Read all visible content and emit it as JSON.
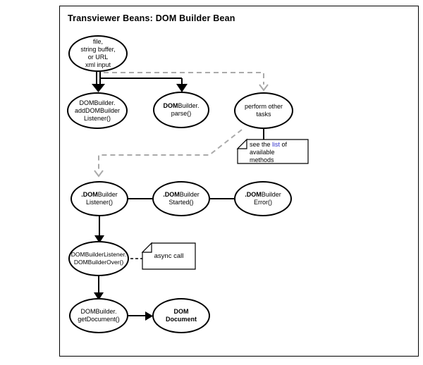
{
  "diagram": {
    "title": "Transviewer Beans: DOM Builder Bean",
    "nodes": {
      "input": {
        "l1": "file,",
        "l2": "string buffer,",
        "l3": "or URL",
        "l4": "xml input"
      },
      "addListener": {
        "l1": "DOMBuilder.",
        "l2": "addDOMBuilder",
        "l3": "Listener()"
      },
      "parse": {
        "b1": "DOM",
        "r1": "Builder.",
        "l2": "parse()"
      },
      "performTasks": {
        "l1": "perform other",
        "l2": "tasks"
      },
      "domBuilderListener": {
        "b1": ".DOM",
        "r1": "Builder",
        "l2": "Listener()"
      },
      "domBuilderStarted": {
        "b1": ".DOM",
        "r1": "Builder",
        "l2": "Started()"
      },
      "domBuilderError": {
        "b1": ".DOM",
        "r1": "Builder",
        "l2": "Error()"
      },
      "domBuilderOver": {
        "l1": "DOMBuilderListener.",
        "l2": "DOMBuilderOver()"
      },
      "getDocument": {
        "l1": "DOMBuilder.",
        "l2": "getDocument()"
      },
      "domDocument": {
        "b1": "DOM",
        "b2": "Document"
      }
    },
    "notes": {
      "methods": {
        "pre": "see the ",
        "link": "list",
        "post": " of",
        "l2": "available",
        "l3": "methods"
      },
      "asyncCall": {
        "text": "async call"
      }
    },
    "colors": {
      "line": "#000000",
      "dashed_gray": "#aaaaaa",
      "link": "#3333cc",
      "background": "#ffffff"
    }
  }
}
